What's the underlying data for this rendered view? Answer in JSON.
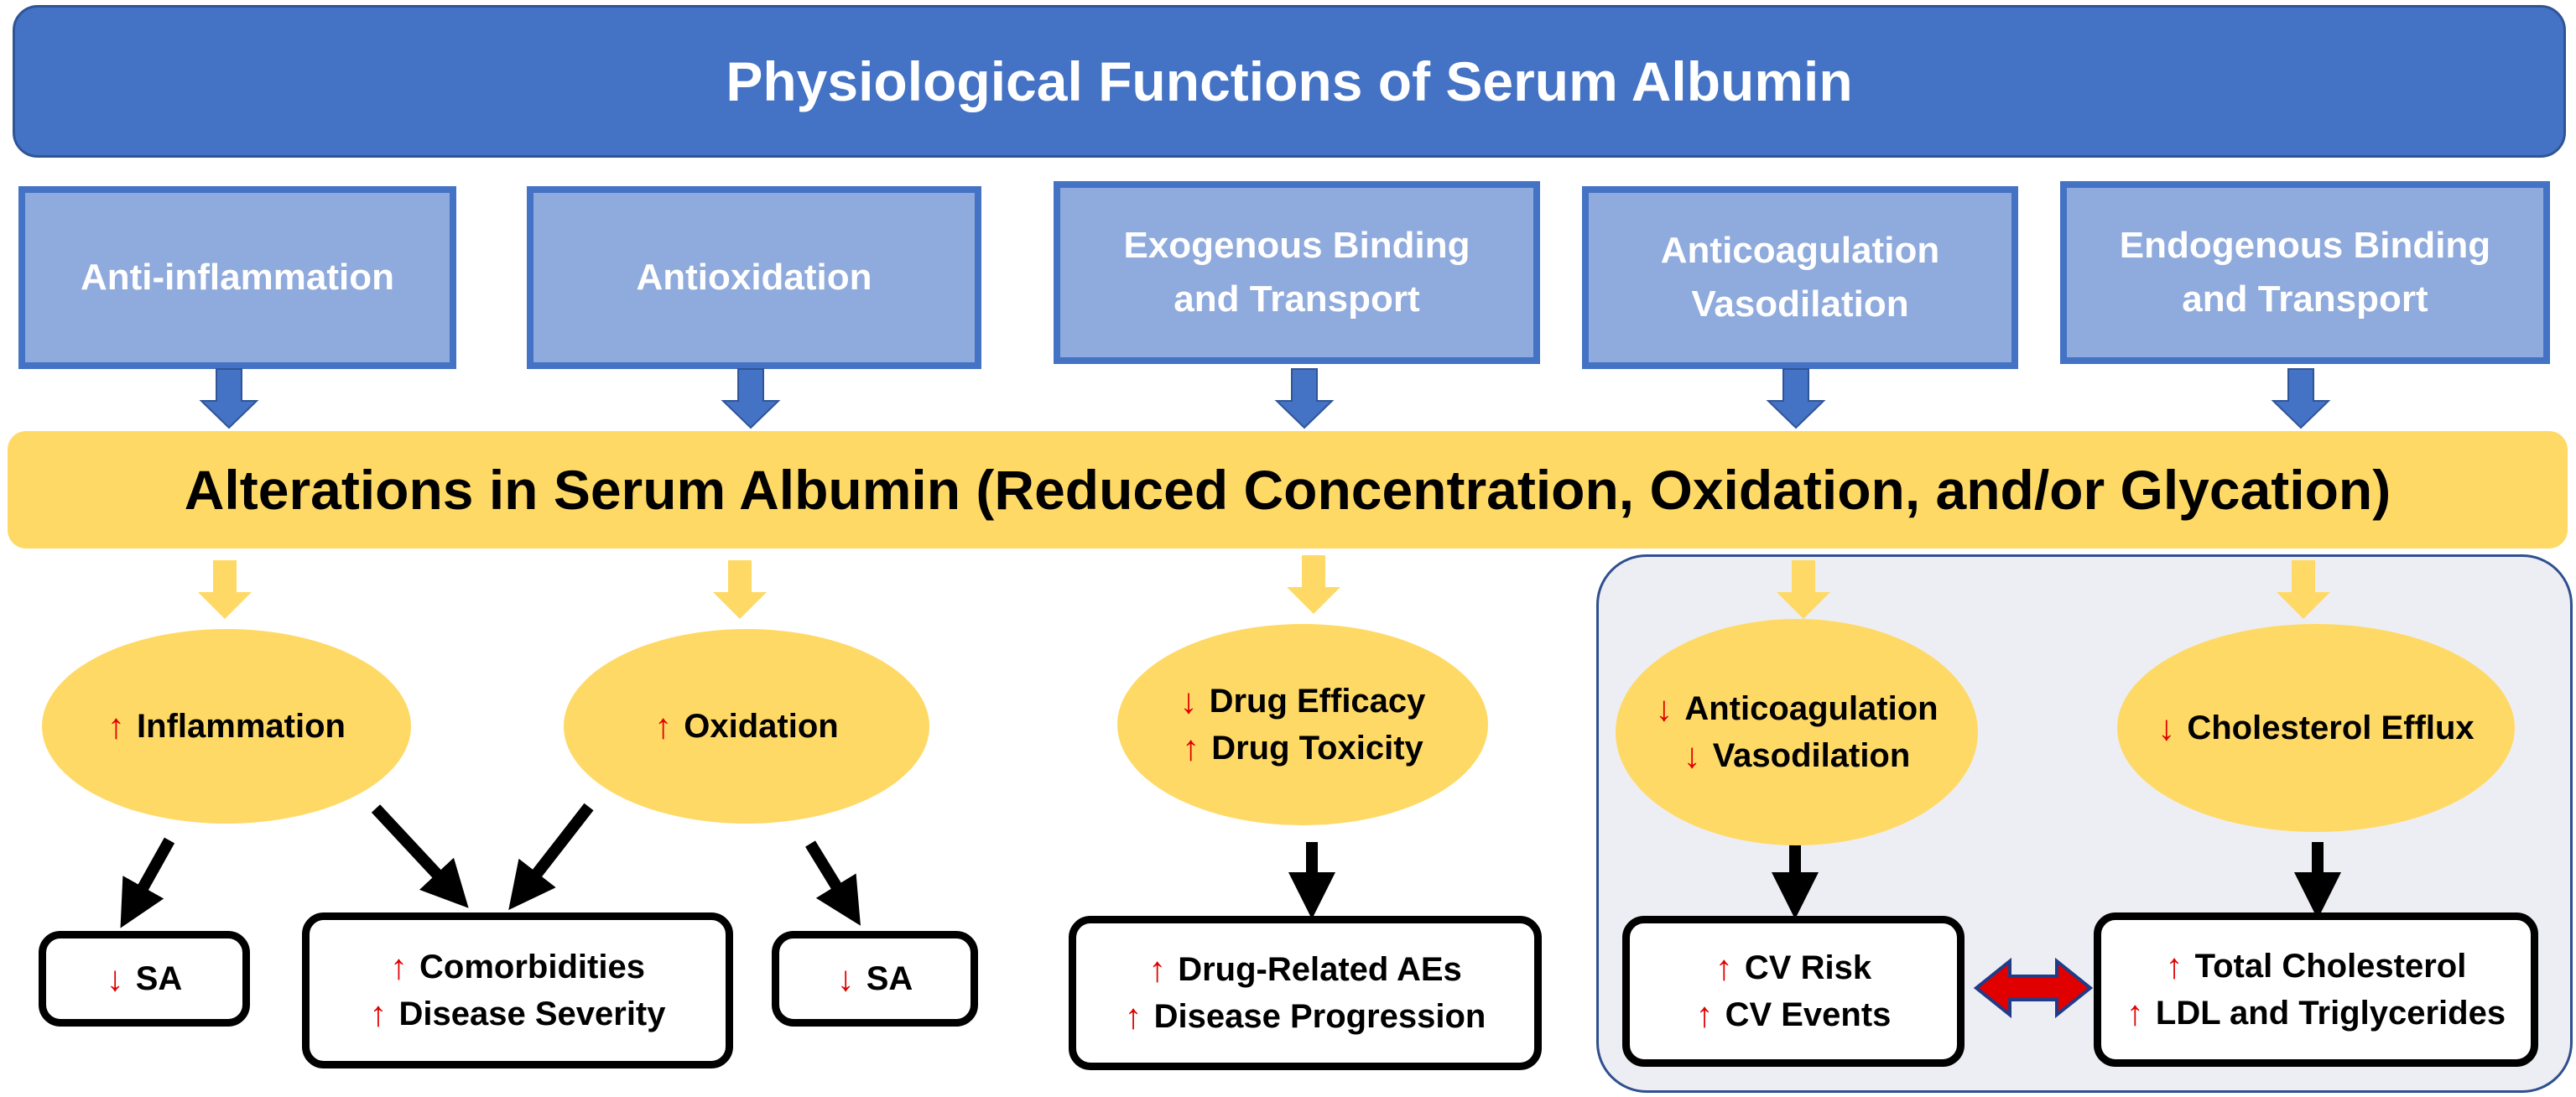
{
  "title": "Physiological Functions of Serum Albumin",
  "functions": [
    {
      "lines": [
        "Anti-inflammation"
      ]
    },
    {
      "lines": [
        "Antioxidation"
      ]
    },
    {
      "lines": [
        "Exogenous Binding",
        "and Transport"
      ]
    },
    {
      "lines": [
        "Anticoagulation",
        "Vasodilation"
      ]
    },
    {
      "lines": [
        "Endogenous Binding",
        "and Transport"
      ]
    }
  ],
  "alterations": "Alterations in Serum Albumin (Reduced Concentration, Oxidation, and/or Glycation)",
  "effects": {
    "inflammation": {
      "arrow": "↑",
      "text": "Inflammation"
    },
    "oxidation": {
      "arrow": "↑",
      "text": "Oxidation"
    },
    "drug_efficacy": {
      "arrow": "↓",
      "text": "Drug Efficacy"
    },
    "drug_toxicity": {
      "arrow": "↑",
      "text": "Drug Toxicity"
    },
    "anticoagulation": {
      "arrow": "↓",
      "text": "Anticoagulation"
    },
    "vasodilation": {
      "arrow": "↓",
      "text": "Vasodilation"
    },
    "cholesterol_efflux": {
      "arrow": "↓",
      "text": "Cholesterol Efflux"
    }
  },
  "outcomes": {
    "sa_left": {
      "arrow": "↓",
      "text": "SA"
    },
    "comorbidities": {
      "arrow": "↑",
      "text": "Comorbidities"
    },
    "disease_severity": {
      "arrow": "↑",
      "text": "Disease Severity"
    },
    "sa_right": {
      "arrow": "↓",
      "text": "SA"
    },
    "drug_aes": {
      "arrow": "↑",
      "text": "Drug-Related AEs"
    },
    "disease_progression": {
      "arrow": "↑",
      "text": "Disease Progression"
    },
    "cv_risk": {
      "arrow": "↑",
      "text": "CV Risk"
    },
    "cv_events": {
      "arrow": "↑",
      "text": "CV Events"
    },
    "total_cholesterol": {
      "arrow": "↑",
      "text": "Total Cholesterol"
    },
    "ldl_trig": {
      "arrow": "↑",
      "text": "LDL and Triglycerides"
    }
  },
  "colors": {
    "blue": "#4472c4",
    "light_blue": "#8faadc",
    "yellow": "#ffd966",
    "red": "#e00000",
    "panel": "#edeef3"
  }
}
